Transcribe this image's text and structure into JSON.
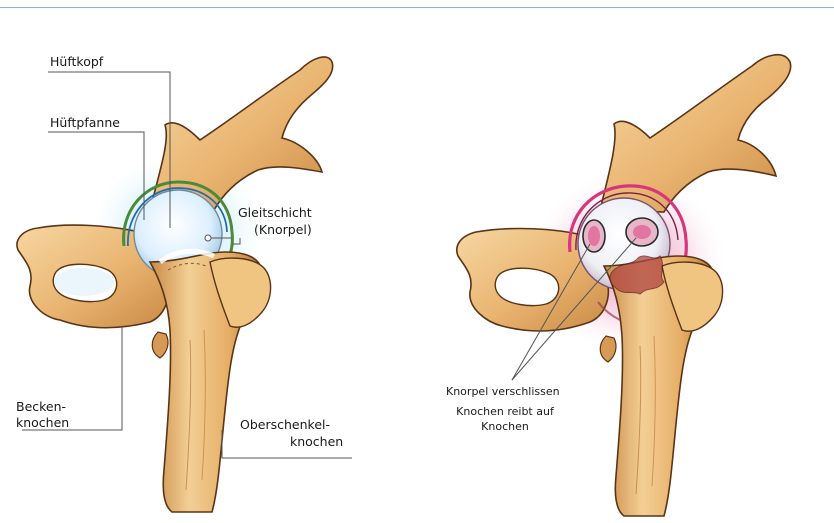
{
  "labels": {
    "hueftkopf": "Hüftkopf",
    "hueftpfanne": "Hüftpfanne",
    "gleitschicht_1": "Gleitschicht",
    "gleitschicht_2": "(Knorpel)",
    "becken_1": "Becken-",
    "becken_2": "knochen",
    "oberschenkel_1": "Oberschenkel-",
    "oberschenkel_2": "knochen",
    "knorpel_verschlissen": "Knorpel verschlissen",
    "knochen_reibt_1": "Knochen reibt auf",
    "knochen_reibt_2": "Knochen"
  },
  "colors": {
    "bone": "#e9b470",
    "bone_dark": "#b8773a",
    "bone_light": "#f6d7a2",
    "outline": "#5a3416",
    "cartilage_blue": "#bfe3f0",
    "cartilage_glow": "#8fd0ea",
    "inflammation": "#d9357a",
    "leader_line": "#555555",
    "top_rule": "#8ab4d6"
  }
}
